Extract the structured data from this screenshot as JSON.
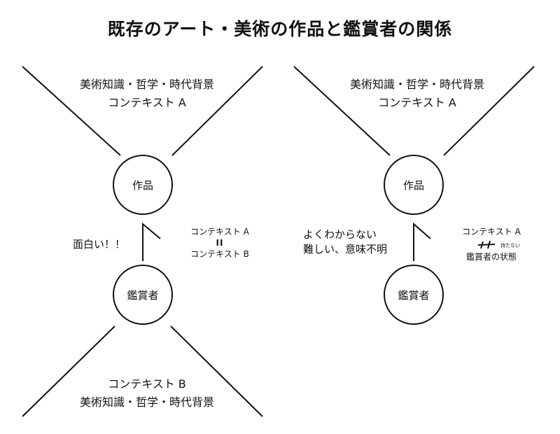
{
  "title": "既存のアート・美術の作品と鑑賞者の関係",
  "left": {
    "top_context": {
      "line1": "美術知識・哲学・時代背景",
      "line2": "コンテキスト A"
    },
    "work_label": "作品",
    "viewer_label": "鑑賞者",
    "reaction": "面白い！！",
    "relation": {
      "top": "コンテキスト A",
      "symbol": "II",
      "bottom": "コンテキスト B"
    },
    "bottom_context": {
      "line1": "コンテキスト B",
      "line2": "美術知識・哲学・時代背景"
    }
  },
  "right": {
    "top_context": {
      "line1": "美術知識・哲学・時代背景",
      "line2": "コンテキスト A"
    },
    "work_label": "作品",
    "viewer_label": "鑑賞者",
    "reaction": {
      "line1": "よくわからない",
      "line2": "難しい、意味不明"
    },
    "relation": {
      "top": "コンテキスト A",
      "not_have": "持たない",
      "bottom": "鑑賞者の状態"
    }
  }
}
